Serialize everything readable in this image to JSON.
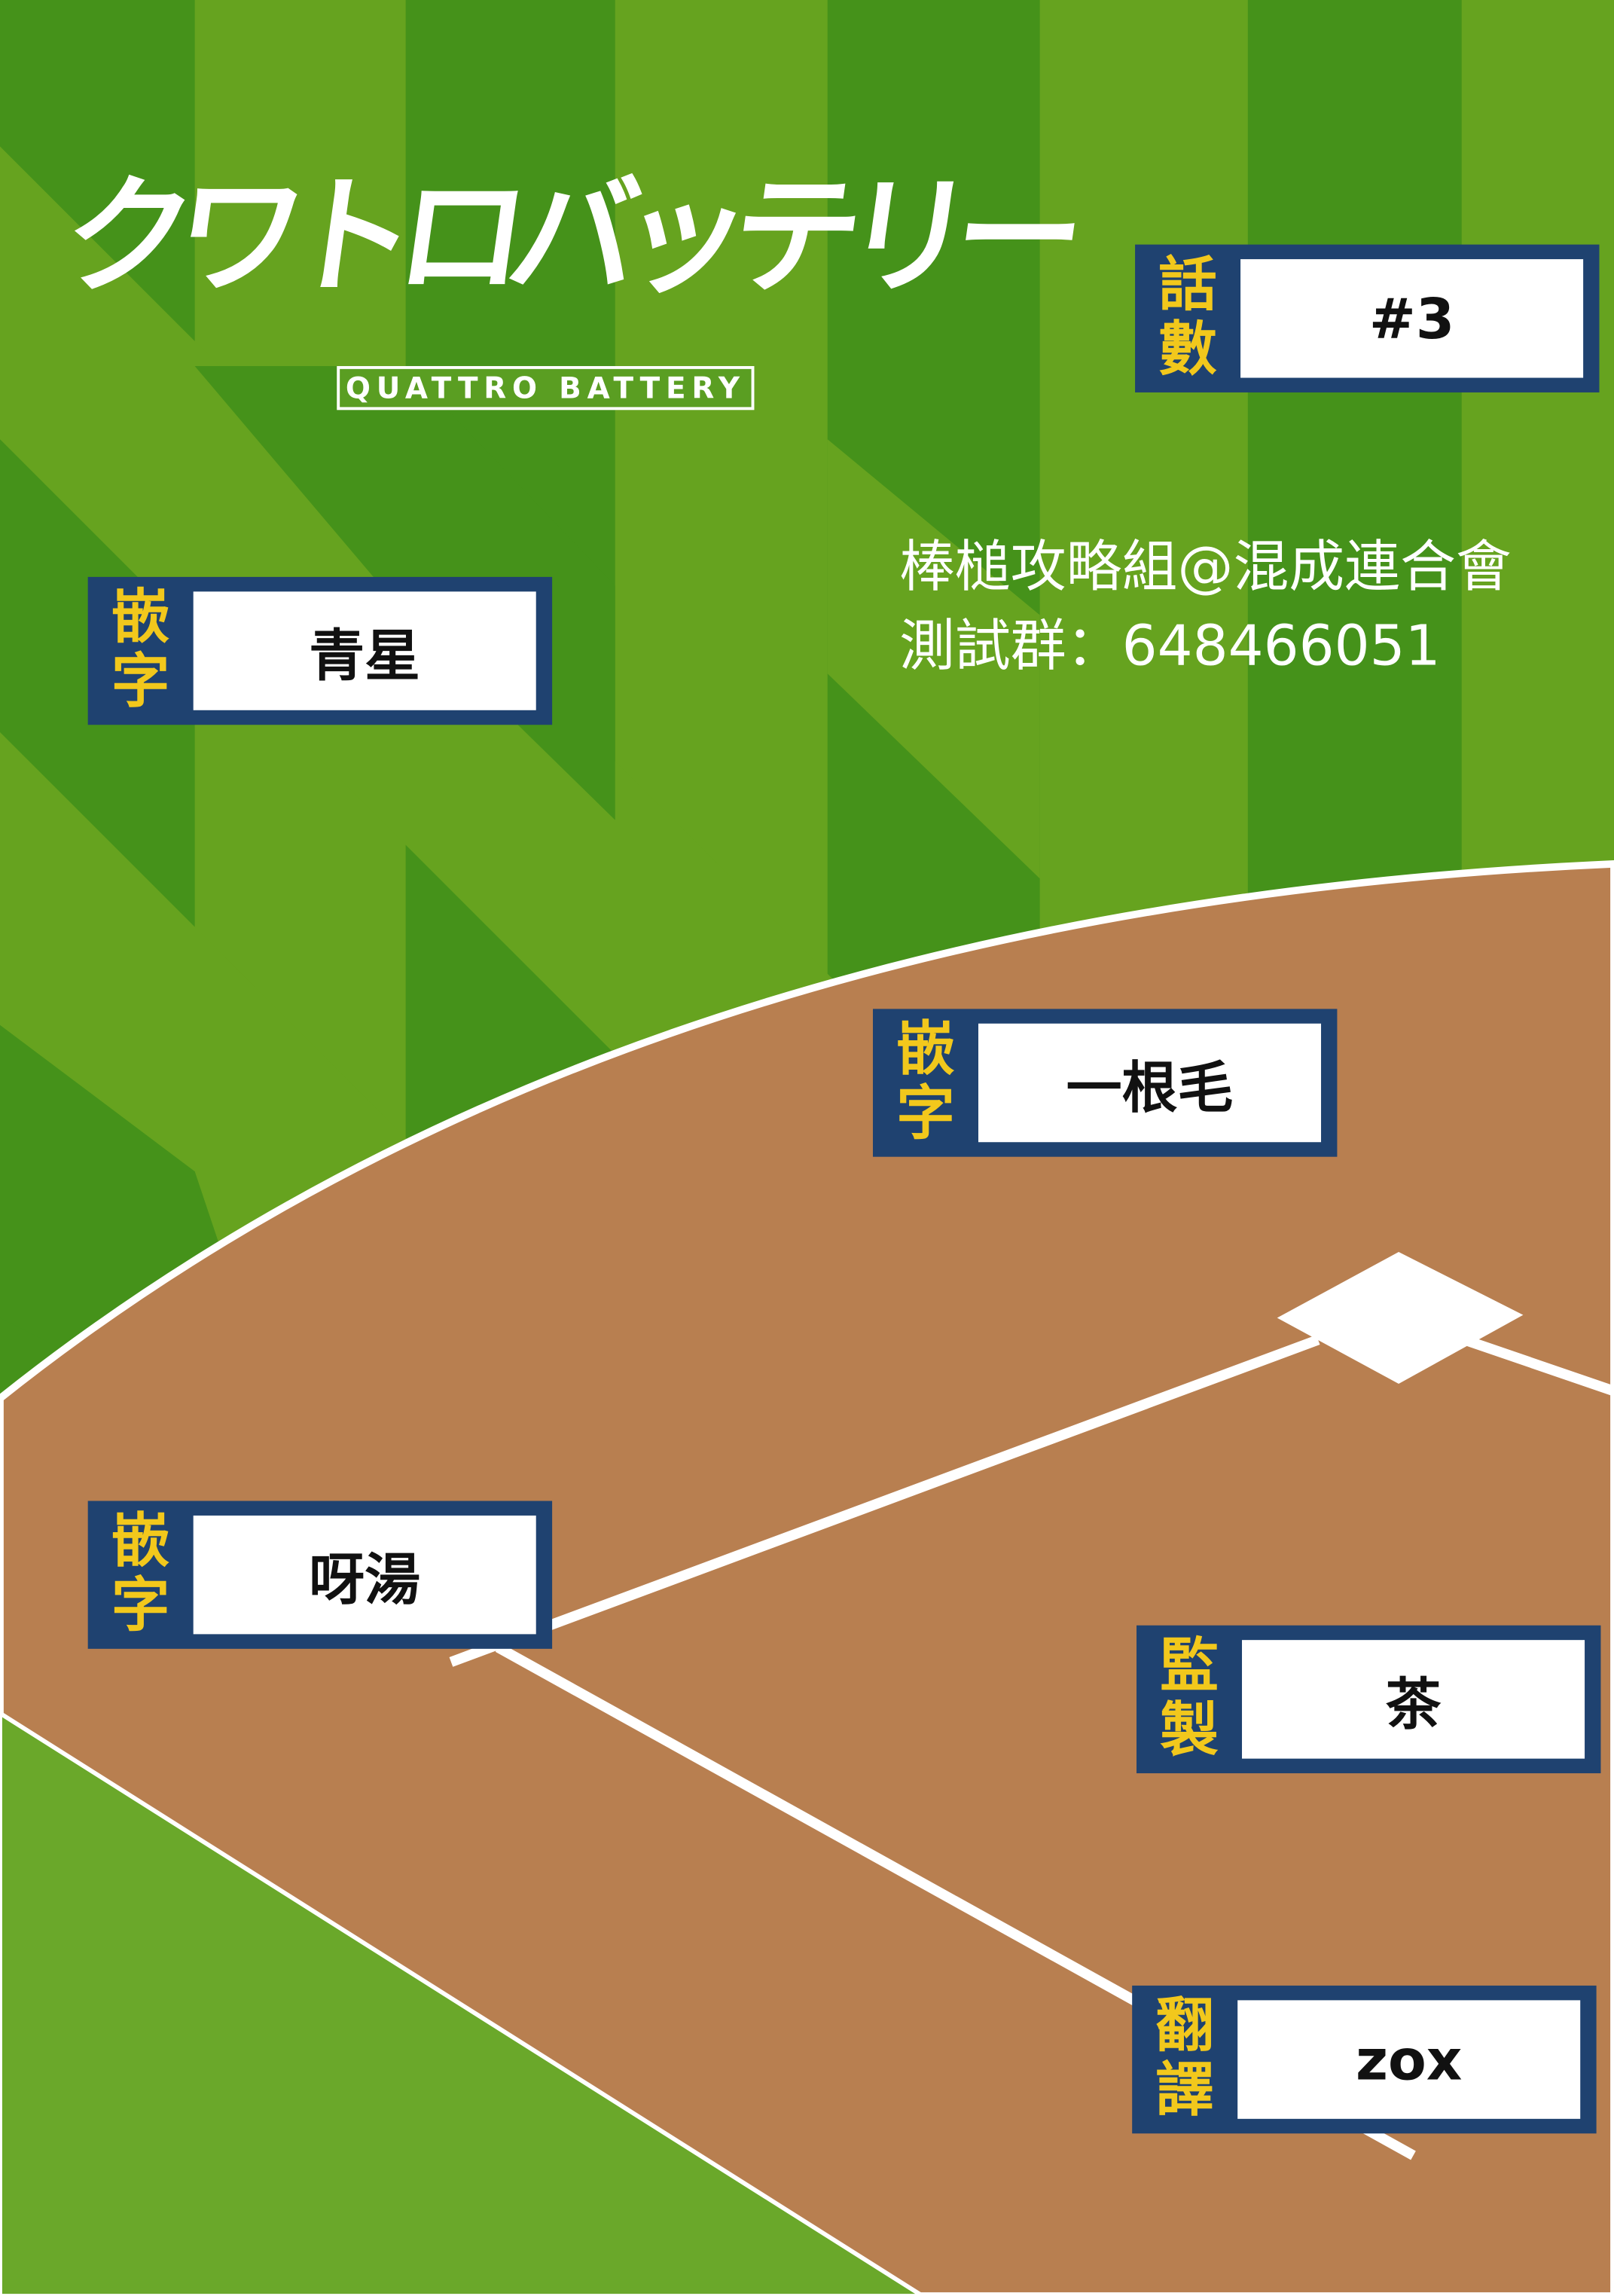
{
  "logo": {
    "title": "クワトロバッテリー",
    "stamp": "QUATTRO BATTERY"
  },
  "credits": {
    "group_line": "棒槌攻略組@混成連合會",
    "test_group_line": "測試群：648466051"
  },
  "cards": [
    {
      "label": "話數",
      "value": "#3"
    },
    {
      "label": "嵌字",
      "value": "青星"
    },
    {
      "label": "嵌字",
      "value": "一根毛"
    },
    {
      "label": "嵌字",
      "value": "呀湯"
    },
    {
      "label": "監製",
      "value": "茶"
    },
    {
      "label": "翻譯",
      "value": "zox"
    }
  ],
  "colors": {
    "grass_dark": "#45921a",
    "grass_light": "#66a31f",
    "dirt": "#b87f50",
    "navy": "#1f4270",
    "yellow": "#f2c81c"
  }
}
